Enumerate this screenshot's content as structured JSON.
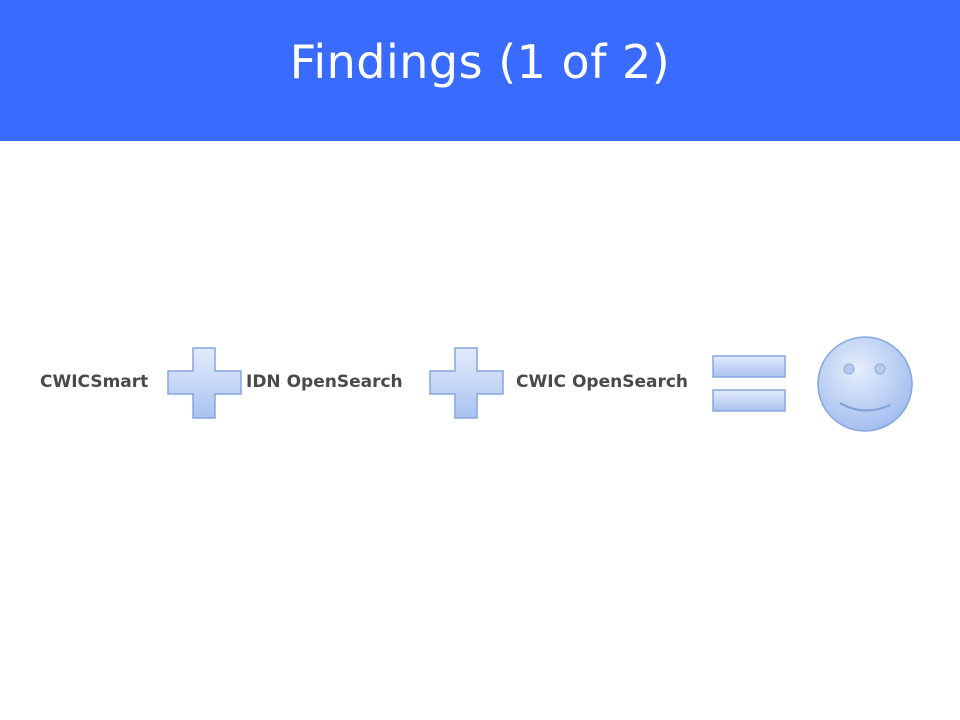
{
  "slide": {
    "title": "Findings (1 of 2)"
  },
  "equation": {
    "terms": [
      "CWICSmart",
      "IDN OpenSearch",
      "CWIC OpenSearch"
    ],
    "operators": [
      "plus-icon",
      "plus-icon",
      "equals-icon"
    ],
    "result": "smiley-face-icon"
  },
  "colors": {
    "title_bar": "#3a6bff",
    "shape_fill_light": "#dbe6fb",
    "shape_fill_dark": "#a9c2f0",
    "shape_stroke": "#7f9fd9"
  }
}
